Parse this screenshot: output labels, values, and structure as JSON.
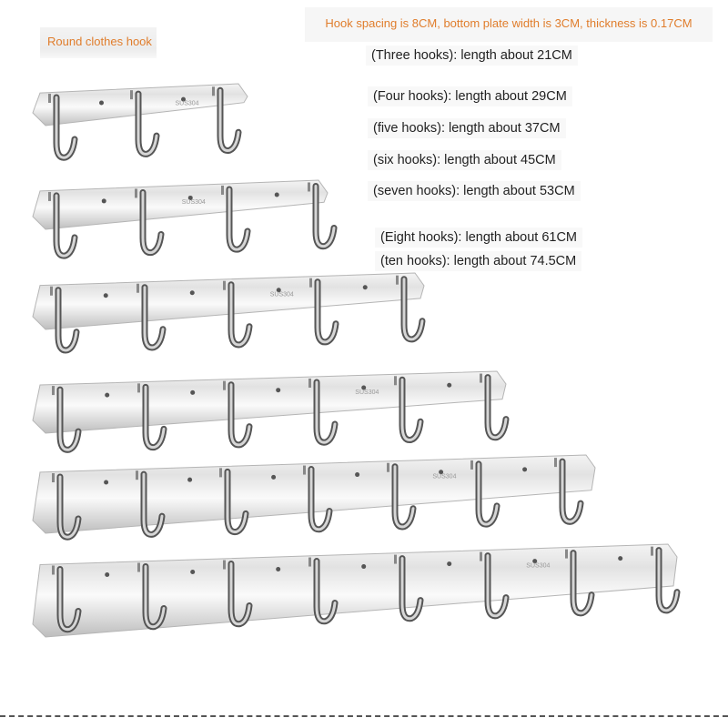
{
  "title": "Round clothes hook",
  "spec": "Hook spacing is 8CM, bottom plate width is 3CM, thickness is 0.17CM",
  "lengths": [
    "(Three hooks): length about 21CM",
    "(Four hooks): length about 29CM",
    "(five hooks): length about 37CM",
    "(six hooks): length about 45CM",
    "(seven hooks): length about 53CM",
    "(Eight hooks): length about 61CM",
    "(ten hooks): length about 74.5CM"
  ],
  "racks": [
    {
      "hooks": 3,
      "brand": "SUS304"
    },
    {
      "hooks": 4,
      "brand": "SUS304"
    },
    {
      "hooks": 5,
      "brand": "SUS304"
    },
    {
      "hooks": 6,
      "brand": "SUS304"
    },
    {
      "hooks": 7,
      "brand": "SUS304"
    },
    {
      "hooks": 8,
      "brand": "SUS304"
    }
  ]
}
